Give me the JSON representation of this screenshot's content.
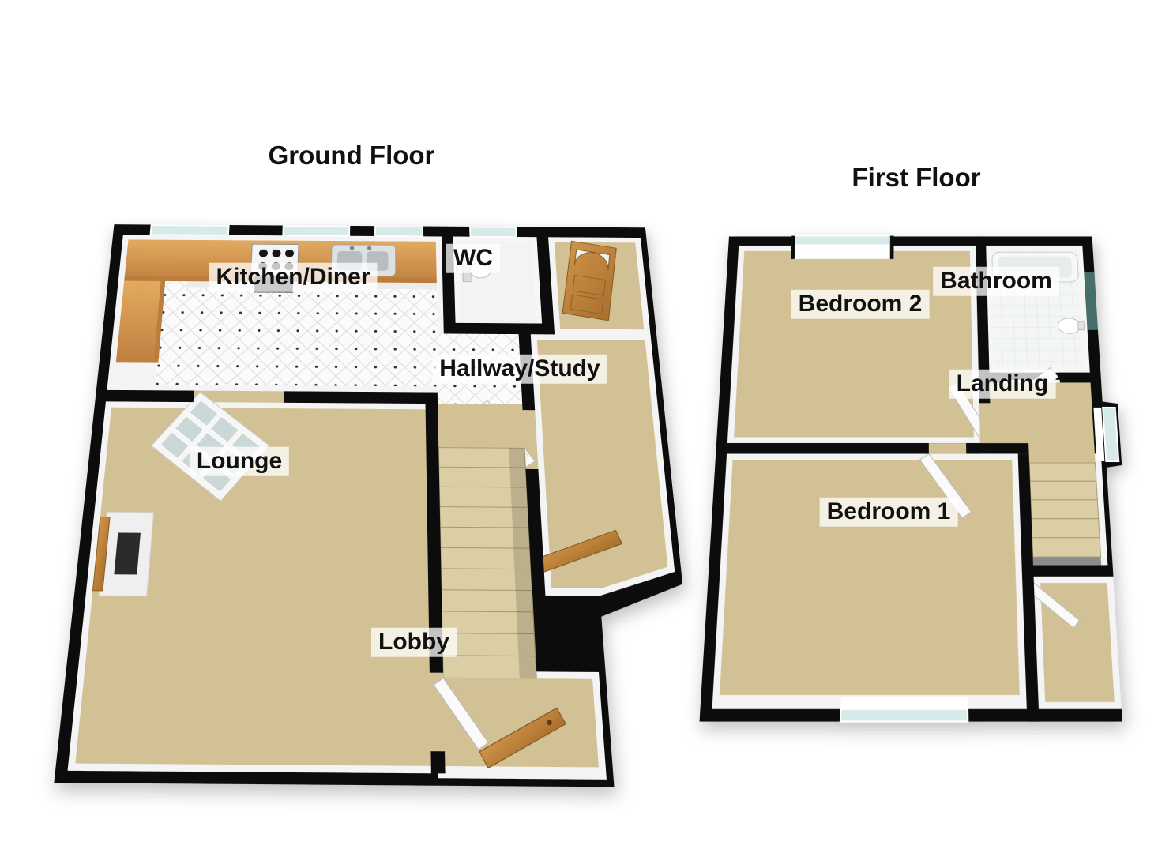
{
  "floors": [
    {
      "title": "Ground Floor",
      "rooms": [
        {
          "label": "Kitchen/Diner"
        },
        {
          "label": "WC"
        },
        {
          "label": "Hallway/Study"
        },
        {
          "label": "Lounge"
        },
        {
          "label": "Lobby"
        }
      ]
    },
    {
      "title": "First Floor",
      "rooms": [
        {
          "label": "Bedroom 2"
        },
        {
          "label": "Bathroom"
        },
        {
          "label": "Landing"
        },
        {
          "label": "Bedroom 1"
        }
      ]
    }
  ],
  "colors": {
    "background": "#ffffff",
    "wall": "#0c0c0c",
    "wall_face": "#f4f4f4",
    "carpet": "#d2c195",
    "stair_tread": "#dbcda4",
    "stair_void": "#8c8c8c",
    "counter_wood": "#d79a52",
    "door_wood": "#c08546",
    "window_glass": "#d6ebe9",
    "window_glass_dark": "#466f6c",
    "tile_base": "#fbfbfb",
    "tile_line": "#e2e2e2",
    "tile_dot": "#2f2f2f",
    "label_background": "rgba(255,255,255,0.75)",
    "label_text": "#111111"
  }
}
